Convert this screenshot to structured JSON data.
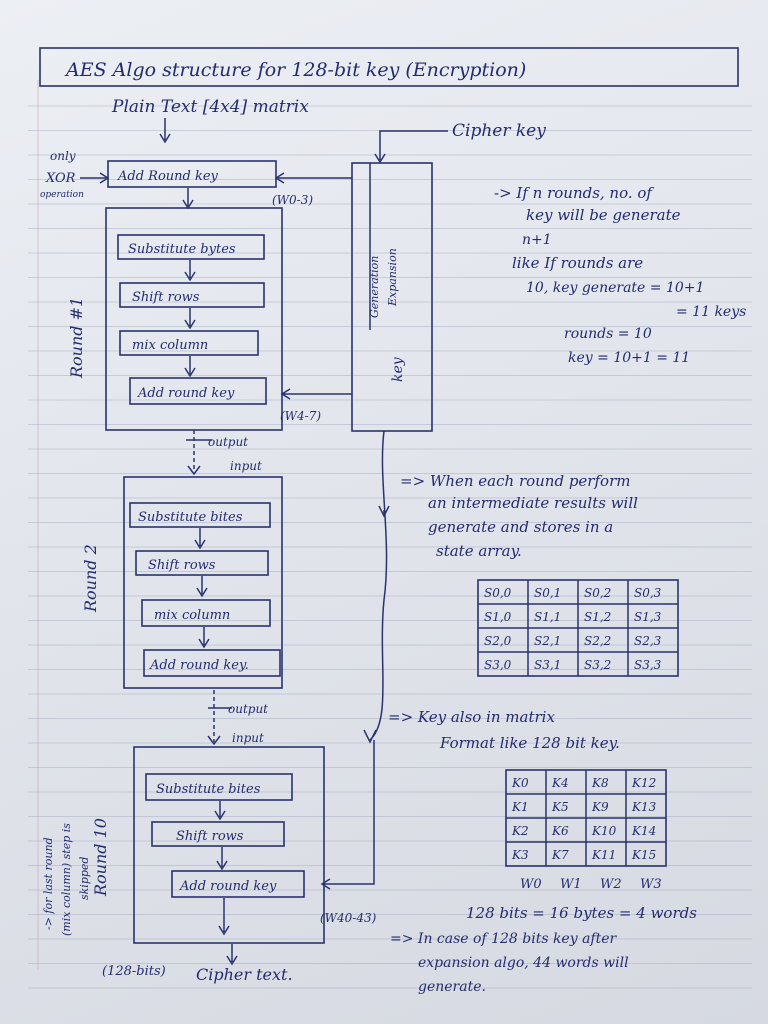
{
  "title": "AES Algo structure for 128-bit key (Encryption)",
  "plain_text": "Plain Text [4x4] matrix",
  "cipher_key": "Cipher key",
  "xor_note": [
    "only",
    "XOR",
    "operation"
  ],
  "key_expansion": {
    "generation": "Generation",
    "expansion": "Expansion",
    "key": "key"
  },
  "initial_round": {
    "add_round_key": "Add Round key",
    "words": "(W0-3)"
  },
  "round1": {
    "label": "Round #1",
    "steps": [
      "Substitute bytes",
      "Shift rows",
      "mix column",
      "Add round key"
    ],
    "words": "(W4-7)"
  },
  "between_rounds": {
    "output": "output",
    "input": "input"
  },
  "round2": {
    "label": "Round 2",
    "steps": [
      "Substitute bites",
      "Shift rows",
      "mix column",
      "Add round key."
    ]
  },
  "round10": {
    "label": "Round 10",
    "steps": [
      "Substitute bites",
      "Shift rows",
      "Add round key"
    ],
    "words": "(W40-43)",
    "side_note": [
      "-> for last round",
      "(mix column) step is",
      "skipped"
    ]
  },
  "bits_label": "(128-bits)",
  "cipher_text": "Cipher text.",
  "note_rounds": [
    "-> If n rounds, no. of",
    "key will be generate",
    "n+1",
    "like If rounds are",
    "10, key generate = 10+1",
    "= 11 keys",
    "rounds = 10",
    "key = 10+1 = 11"
  ],
  "note_state": [
    "=> When each round perform",
    "an intermediate results will",
    "generate and stores in a",
    "state array."
  ],
  "state_matrix": [
    [
      "S0,0",
      "S0,1",
      "S0,2",
      "S0,3"
    ],
    [
      "S1,0",
      "S1,1",
      "S1,2",
      "S1,3"
    ],
    [
      "S2,0",
      "S2,1",
      "S2,2",
      "S2,3"
    ],
    [
      "S3,0",
      "S3,1",
      "S3,2",
      "S3,3"
    ]
  ],
  "note_key": [
    "=> Key also in matrix",
    "Format like 128 bit key."
  ],
  "key_matrix": [
    [
      "K0",
      "K4",
      "K8",
      "K12"
    ],
    [
      "K1",
      "K5",
      "K9",
      "K13"
    ],
    [
      "K2",
      "K6",
      "K10",
      "K14"
    ],
    [
      "K3",
      "K7",
      "K11",
      "K15"
    ]
  ],
  "word_labels": [
    "W0",
    "W1",
    "W2",
    "W3"
  ],
  "note_bits": "128 bits = 16 bytes = 4 words",
  "note_expansion": [
    "=> In case of 128 bits key after",
    "expansion algo, 44 words will",
    "generate."
  ]
}
